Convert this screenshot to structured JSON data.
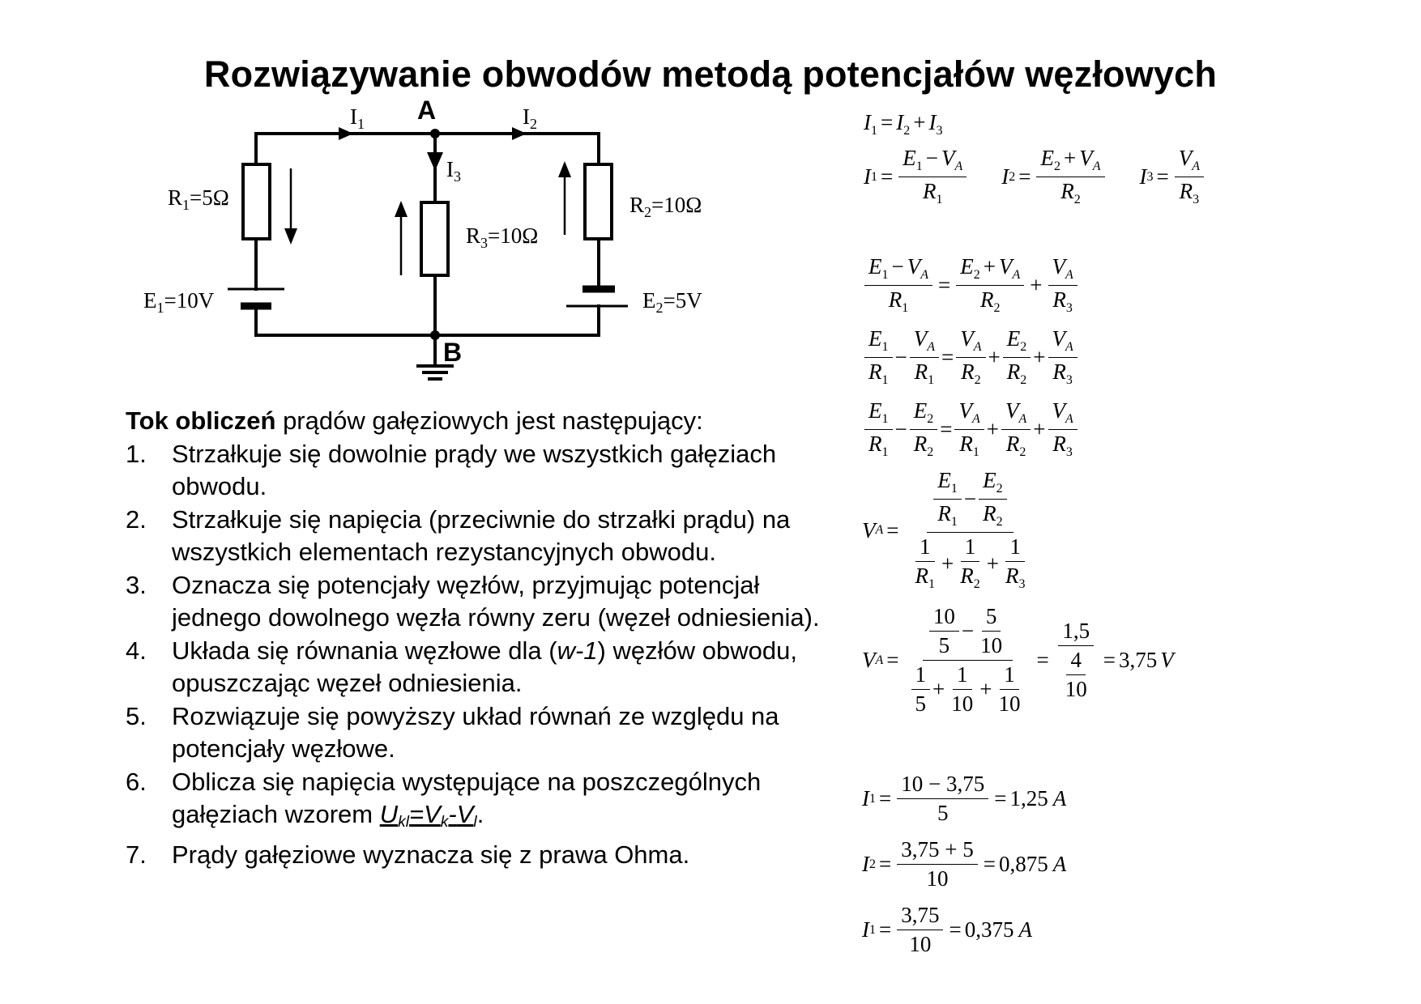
{
  "title": "Rozwiązywanie obwodów metodą potencjałów węzłowych",
  "circuit": {
    "current_labels": {
      "i1": {
        "main": "I",
        "sub": "1"
      },
      "i2": {
        "main": "I",
        "sub": "2"
      },
      "i3": {
        "main": "I",
        "sub": "3"
      }
    },
    "node_a": "A",
    "node_b": "B",
    "r1": {
      "main": "R",
      "sub": "1",
      "value": "=5Ω"
    },
    "r2": {
      "main": "R",
      "sub": "2",
      "value": "=10Ω"
    },
    "r3": {
      "main": "R",
      "sub": "3",
      "value": "=10Ω"
    },
    "e1": {
      "main": "E",
      "sub": "1",
      "value": "=10V"
    },
    "e2": {
      "main": "E",
      "sub": "2",
      "value": "=5V"
    }
  },
  "steps": {
    "intro_bold": "Tok obliczeń",
    "intro_rest": " prądów gałęziowych jest następujący:",
    "items": [
      {
        "num": "1.",
        "text": "Strzałkuje się dowolnie prądy we wszystkich gałęziach obwodu."
      },
      {
        "num": "2.",
        "text": "Strzałkuje się napięcia (przeciwnie do strzałki prądu) na wszystkich  elementach rezystancyjnych obwodu."
      },
      {
        "num": "3.",
        "text": "Oznacza się potencjały węzłów, przyjmując potencjał jednego dowolnego węzła równy zeru (węzeł odniesienia)."
      },
      {
        "num": "4.",
        "text_before": "Układa się równania węzłowe dla (",
        "text_italic": "w-1",
        "text_after": ") węzłów obwodu, opuszczając węzeł odniesienia."
      },
      {
        "num": "5.",
        "text": "Rozwiązuje się powyższy układ równań ze względu na potencjały węzłowe."
      },
      {
        "num": "6.",
        "text_before": "Oblicza się napięcia występujące na poszczególnych gałęziach wzorem ",
        "formula": {
          "U": "U",
          "U_sub": "kl",
          "eq": "=",
          "Vk": "V",
          "Vk_sub": "k",
          "minus": "-",
          "Vl": "V",
          "Vl_sub": "l"
        },
        "text_after": "."
      },
      {
        "num": "7.",
        "text": "Prądy gałęziowe wyznacza się z prawa Ohma."
      }
    ]
  },
  "math": {
    "I": "I",
    "E": "E",
    "V": "V",
    "R": "R",
    "one": "1",
    "two": "2",
    "three": "3",
    "Asub": "A",
    "eq": "=",
    "plus": "+",
    "minus": "−",
    "n10": "10",
    "n5": "5",
    "n1": "1",
    "n4": "4",
    "v15": "1,5",
    "res_va": "3,75",
    "unit_v": "V",
    "i1_num": "10 − 3,75",
    "i1_den": "5",
    "i1_res": "1,25",
    "i2_num": "3,75 + 5",
    "i2_den": "10",
    "i2_res": "0,875",
    "i3_num": "3,75",
    "i3_den": "10",
    "i3_res": "0,375",
    "unit_a": "A"
  }
}
